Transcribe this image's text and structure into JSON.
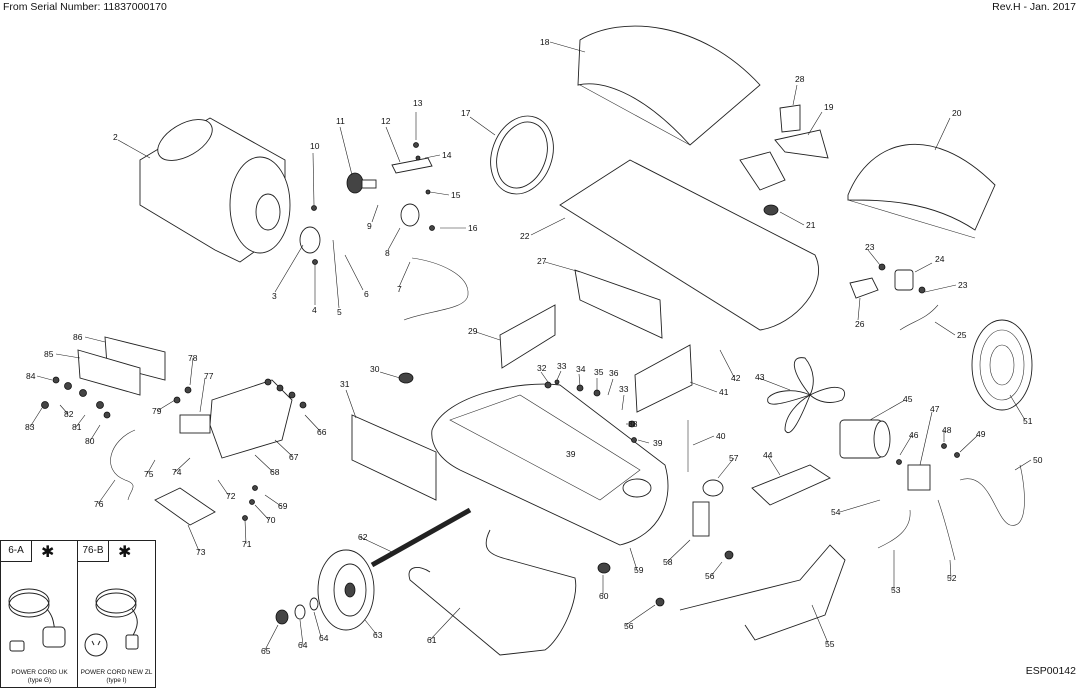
{
  "header": {
    "serial": "From Serial Number: 11837000170",
    "revision": "Rev.H - Jan. 2017"
  },
  "footer": {
    "code": "ESP00142"
  },
  "insets": [
    {
      "label": "6-A",
      "star": "✱",
      "caption_line1": "POWER CORD UK",
      "caption_line2": "(type G)"
    },
    {
      "label": "76-B",
      "star": "✱",
      "caption_line1": "POWER CORD NEW ZL",
      "caption_line2": "(type I)"
    }
  ],
  "callouts": [
    {
      "n": "2"
    },
    {
      "n": "3"
    },
    {
      "n": "4"
    },
    {
      "n": "5"
    },
    {
      "n": "6"
    },
    {
      "n": "7"
    },
    {
      "n": "8"
    },
    {
      "n": "9"
    },
    {
      "n": "10"
    },
    {
      "n": "11"
    },
    {
      "n": "12"
    },
    {
      "n": "13"
    },
    {
      "n": "14"
    },
    {
      "n": "15"
    },
    {
      "n": "16"
    },
    {
      "n": "17"
    },
    {
      "n": "18"
    },
    {
      "n": "19"
    },
    {
      "n": "20"
    },
    {
      "n": "21"
    },
    {
      "n": "22"
    },
    {
      "n": "23"
    },
    {
      "n": "23"
    },
    {
      "n": "24"
    },
    {
      "n": "25"
    },
    {
      "n": "26"
    },
    {
      "n": "27"
    },
    {
      "n": "28"
    },
    {
      "n": "29"
    },
    {
      "n": "30"
    },
    {
      "n": "31"
    },
    {
      "n": "32"
    },
    {
      "n": "33"
    },
    {
      "n": "33"
    },
    {
      "n": "34"
    },
    {
      "n": "35"
    },
    {
      "n": "36"
    },
    {
      "n": "38"
    },
    {
      "n": "39"
    },
    {
      "n": "39"
    },
    {
      "n": "40"
    },
    {
      "n": "41"
    },
    {
      "n": "42"
    },
    {
      "n": "43"
    },
    {
      "n": "44"
    },
    {
      "n": "45"
    },
    {
      "n": "46"
    },
    {
      "n": "47"
    },
    {
      "n": "48"
    },
    {
      "n": "49"
    },
    {
      "n": "50"
    },
    {
      "n": "51"
    },
    {
      "n": "52"
    },
    {
      "n": "53"
    },
    {
      "n": "54"
    },
    {
      "n": "55"
    },
    {
      "n": "56"
    },
    {
      "n": "56"
    },
    {
      "n": "57"
    },
    {
      "n": "58"
    },
    {
      "n": "59"
    },
    {
      "n": "60"
    },
    {
      "n": "61"
    },
    {
      "n": "62"
    },
    {
      "n": "63"
    },
    {
      "n": "64"
    },
    {
      "n": "64"
    },
    {
      "n": "65"
    },
    {
      "n": "66"
    },
    {
      "n": "67"
    },
    {
      "n": "68"
    },
    {
      "n": "69"
    },
    {
      "n": "70"
    },
    {
      "n": "71"
    },
    {
      "n": "72"
    },
    {
      "n": "73"
    },
    {
      "n": "74"
    },
    {
      "n": "75"
    },
    {
      "n": "76"
    },
    {
      "n": "77"
    },
    {
      "n": "78"
    },
    {
      "n": "79"
    },
    {
      "n": "80"
    },
    {
      "n": "81"
    },
    {
      "n": "82"
    },
    {
      "n": "83"
    },
    {
      "n": "84"
    },
    {
      "n": "85"
    },
    {
      "n": "86"
    }
  ]
}
